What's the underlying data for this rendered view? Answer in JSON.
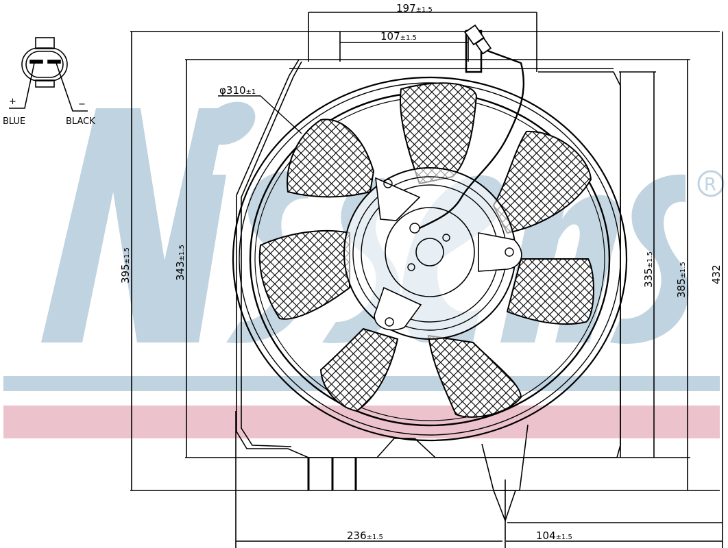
{
  "drawing": {
    "subject": "radiator cooling fan assembly",
    "watermark": {
      "text": "Nissens",
      "registered_mark": "®",
      "colors": {
        "letters": "#bfd3e0",
        "stripe_blue": "#bfd3e0",
        "stripe_pink": "#ebc0c9"
      }
    },
    "connector": {
      "plus_symbol": "+",
      "minus_symbol": "−",
      "plus_wire_label": "BLUE",
      "minus_wire_label": "BLACK"
    },
    "dimensions": {
      "top_overall": {
        "value": "197",
        "tolerance": "±1.5"
      },
      "top_inner": {
        "value": "107",
        "tolerance": "±1.5"
      },
      "fan_diameter": {
        "value": "φ310",
        "tolerance": "±1"
      },
      "left_outer_height": {
        "value": "395",
        "tolerance": "±1.5"
      },
      "left_inner_height": {
        "value": "343",
        "tolerance": "±1.5"
      },
      "right_inner_height": {
        "value": "335",
        "tolerance": "±1.5"
      },
      "right_mid_height": {
        "value": "385",
        "tolerance": "±1.5"
      },
      "right_overall_height": {
        "value": "432",
        "tolerance": ""
      },
      "bottom_left_width": {
        "value": "236",
        "tolerance": "±1.5"
      },
      "bottom_right_width": {
        "value": "104",
        "tolerance": "±1.5"
      }
    },
    "colors": {
      "line": "#000000",
      "background": "#ffffff"
    }
  }
}
